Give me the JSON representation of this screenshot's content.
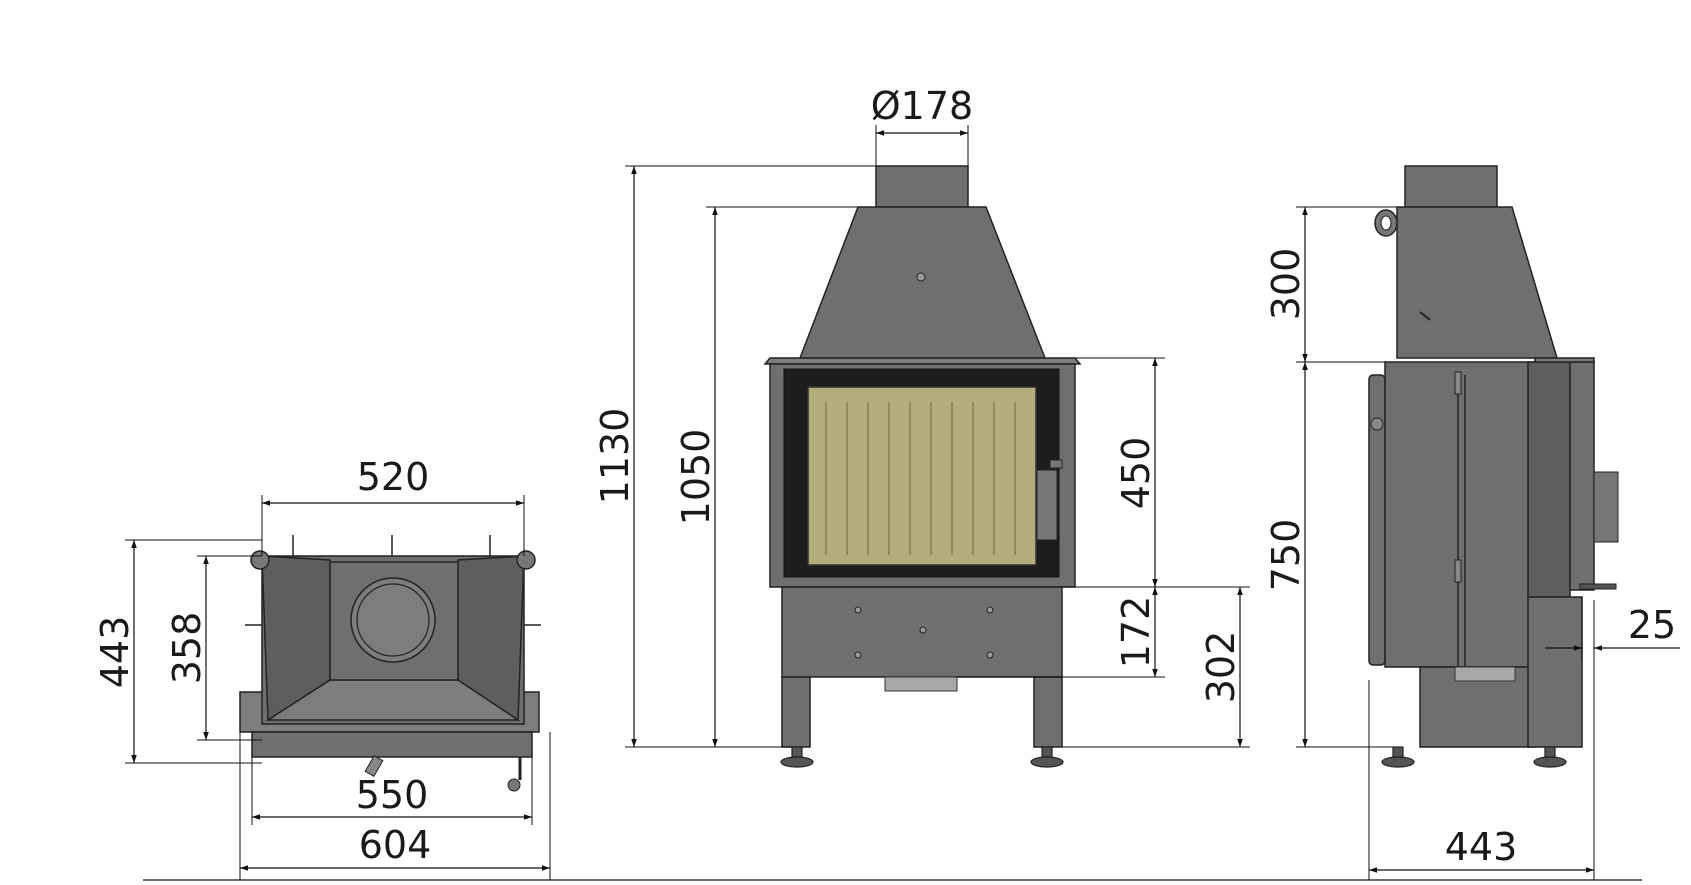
{
  "drawing": {
    "top_view": {
      "width_inner": "520",
      "width_mid": "550",
      "width_outer": "604",
      "depth_total": "443",
      "depth_inner": "358"
    },
    "front_view": {
      "flue_diameter": "Ø178",
      "height_total": "1130",
      "height_body": "1050",
      "door_height": "450",
      "base_to_door": "172",
      "floor_to_door": "302"
    },
    "side_view": {
      "hood_height": "300",
      "body_height": "750",
      "depth": "443",
      "offset": "25"
    }
  }
}
